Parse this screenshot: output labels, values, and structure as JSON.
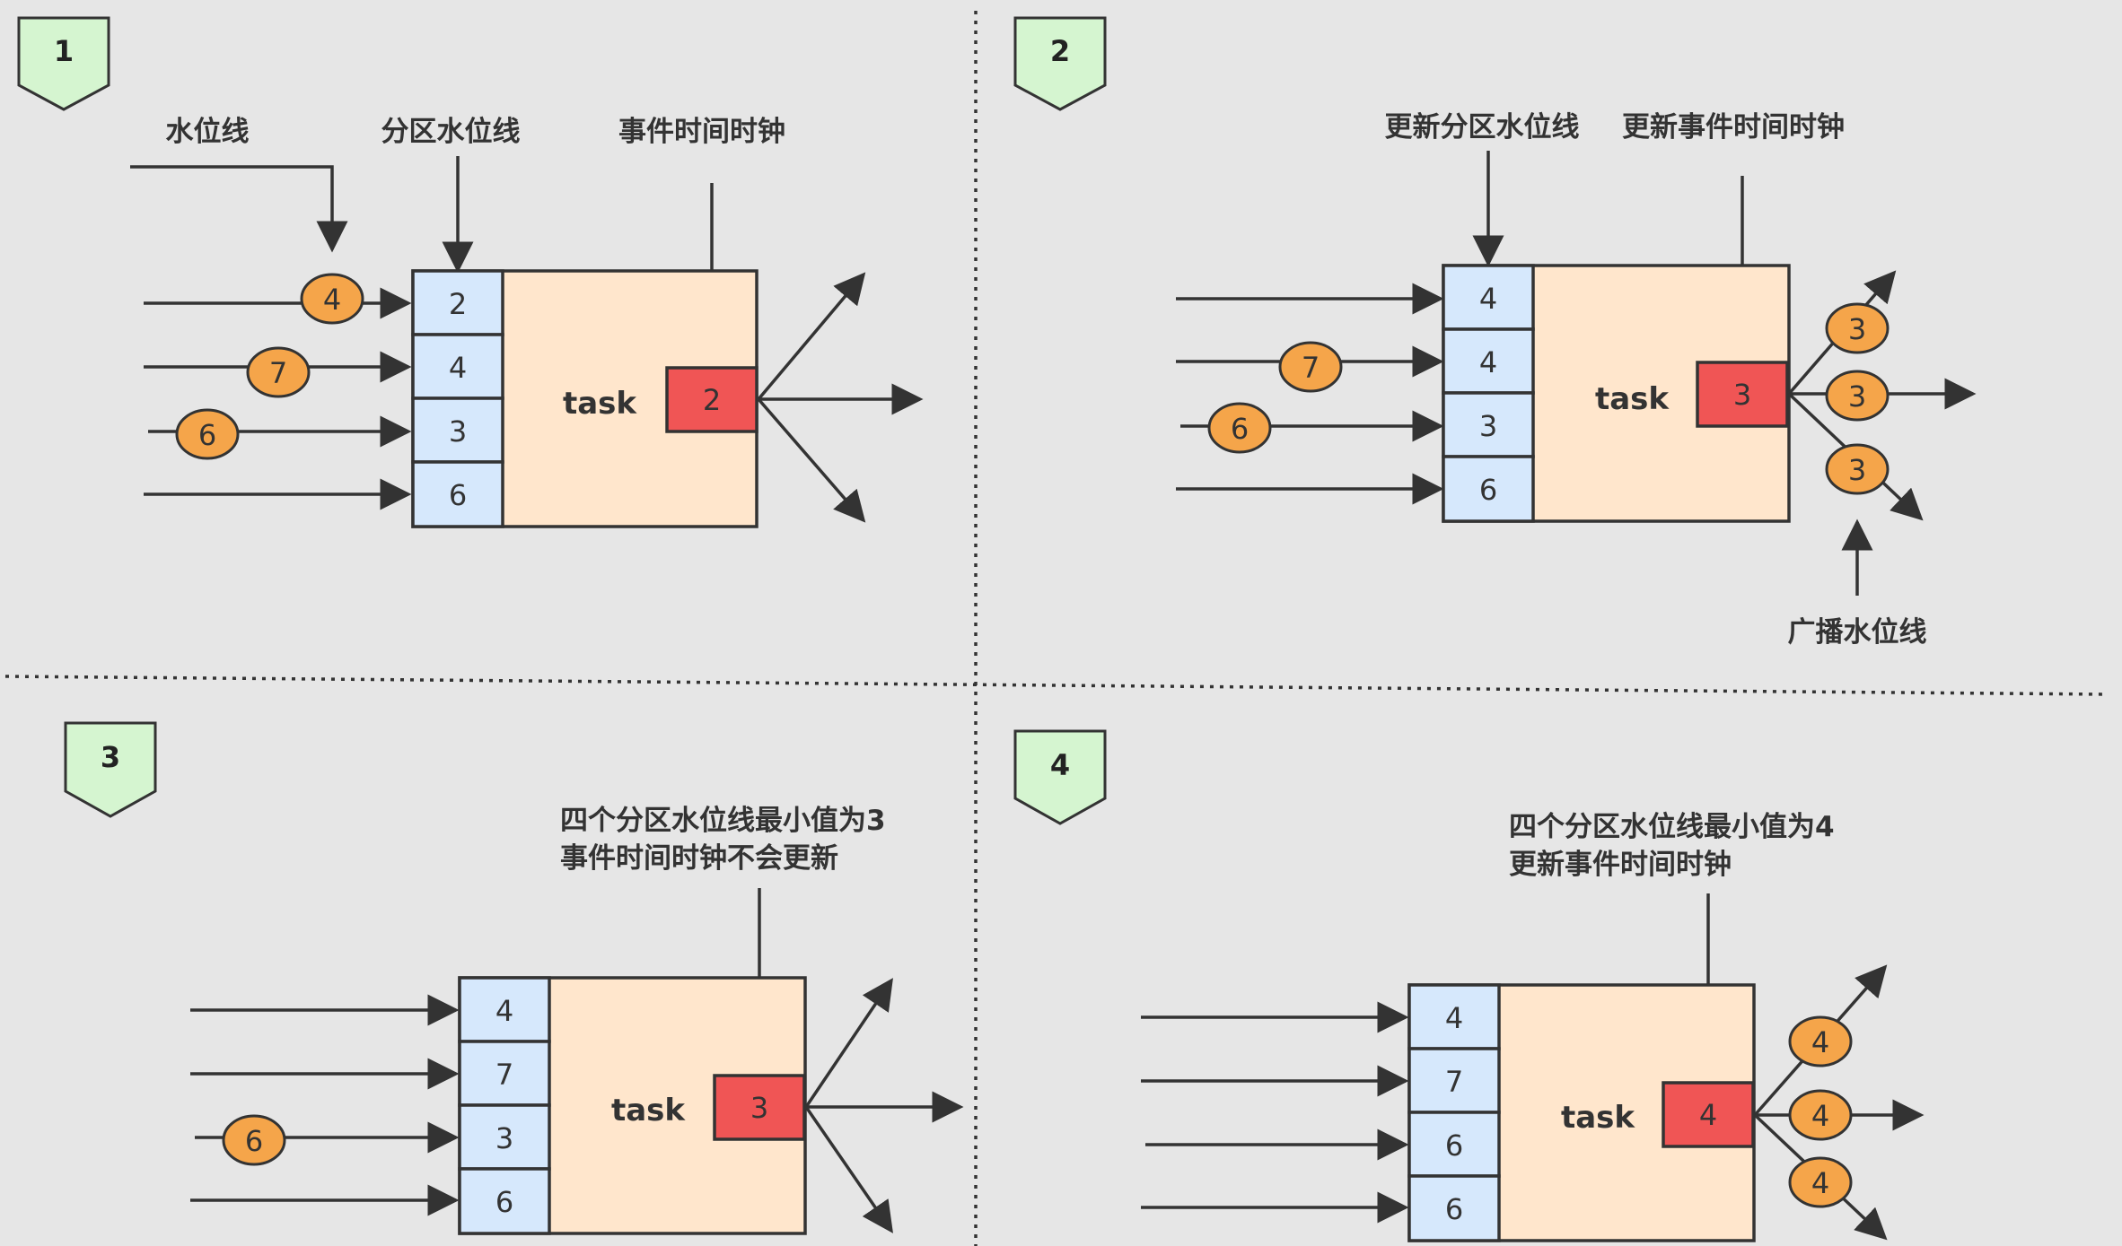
{
  "colors": {
    "background": "#e6e6e6",
    "badge_fill": "#d5f5d0",
    "partition_fill": "#d6e8fc",
    "task_fill": "#ffe6cc",
    "clock_fill": "#f05555",
    "watermark_fill": "#f5a54a",
    "stroke": "#333333"
  },
  "panels": [
    {
      "badge": "1",
      "task_label": "task",
      "labels": {
        "watermark": "水位线",
        "partition_watermark": "分区水位线",
        "event_clock": "事件时间时钟"
      },
      "partitions": [
        "2",
        "4",
        "3",
        "6"
      ],
      "in_flight": [
        "4",
        "7",
        "6",
        ""
      ],
      "clock": "2",
      "outputs": [
        "",
        "",
        ""
      ]
    },
    {
      "badge": "2",
      "task_label": "task",
      "labels": {
        "update_partition": "更新分区水位线",
        "update_clock": "更新事件时间时钟",
        "broadcast": "广播水位线"
      },
      "partitions": [
        "4",
        "4",
        "3",
        "6"
      ],
      "in_flight": [
        "",
        "7",
        "6",
        ""
      ],
      "clock": "3",
      "outputs": [
        "3",
        "3",
        "3"
      ]
    },
    {
      "badge": "3",
      "task_label": "task",
      "note": [
        "四个分区水位线最小值为3",
        "事件时间时钟不会更新"
      ],
      "partitions": [
        "4",
        "7",
        "3",
        "6"
      ],
      "in_flight": [
        "",
        "",
        "6",
        ""
      ],
      "clock": "3",
      "outputs": [
        "",
        "",
        ""
      ]
    },
    {
      "badge": "4",
      "task_label": "task",
      "note": [
        "四个分区水位线最小值为4",
        "更新事件时间时钟"
      ],
      "partitions": [
        "4",
        "7",
        "6",
        "6"
      ],
      "in_flight": [
        "",
        "",
        "",
        ""
      ],
      "clock": "4",
      "outputs": [
        "4",
        "4",
        "4"
      ]
    }
  ]
}
